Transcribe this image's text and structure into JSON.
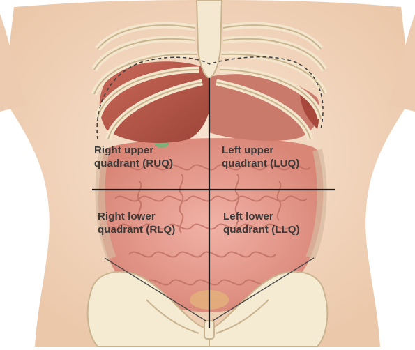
{
  "quadrants": {
    "ruq": {
      "line1": "Right upper",
      "line2": "quadrant (RUQ)"
    },
    "luq": {
      "line1": "Left upper",
      "line2": "quadrant (LUQ)"
    },
    "rlq": {
      "line1": "Right lower",
      "line2": "quadrant (RLQ)"
    },
    "llq": {
      "line1": "Left lower",
      "line2": "quadrant (LLQ)"
    }
  },
  "colors": {
    "skin": "#f4dcc6",
    "skin_shadow": "#e9c3a4",
    "bone": "#f5ead2",
    "bone_outline": "#c9b48f",
    "liver": "#b5574a",
    "stomach": "#c8776a",
    "intestine": "#e59a8e",
    "intestine_dark": "#c56d62",
    "divider": "#1a1a1a"
  }
}
